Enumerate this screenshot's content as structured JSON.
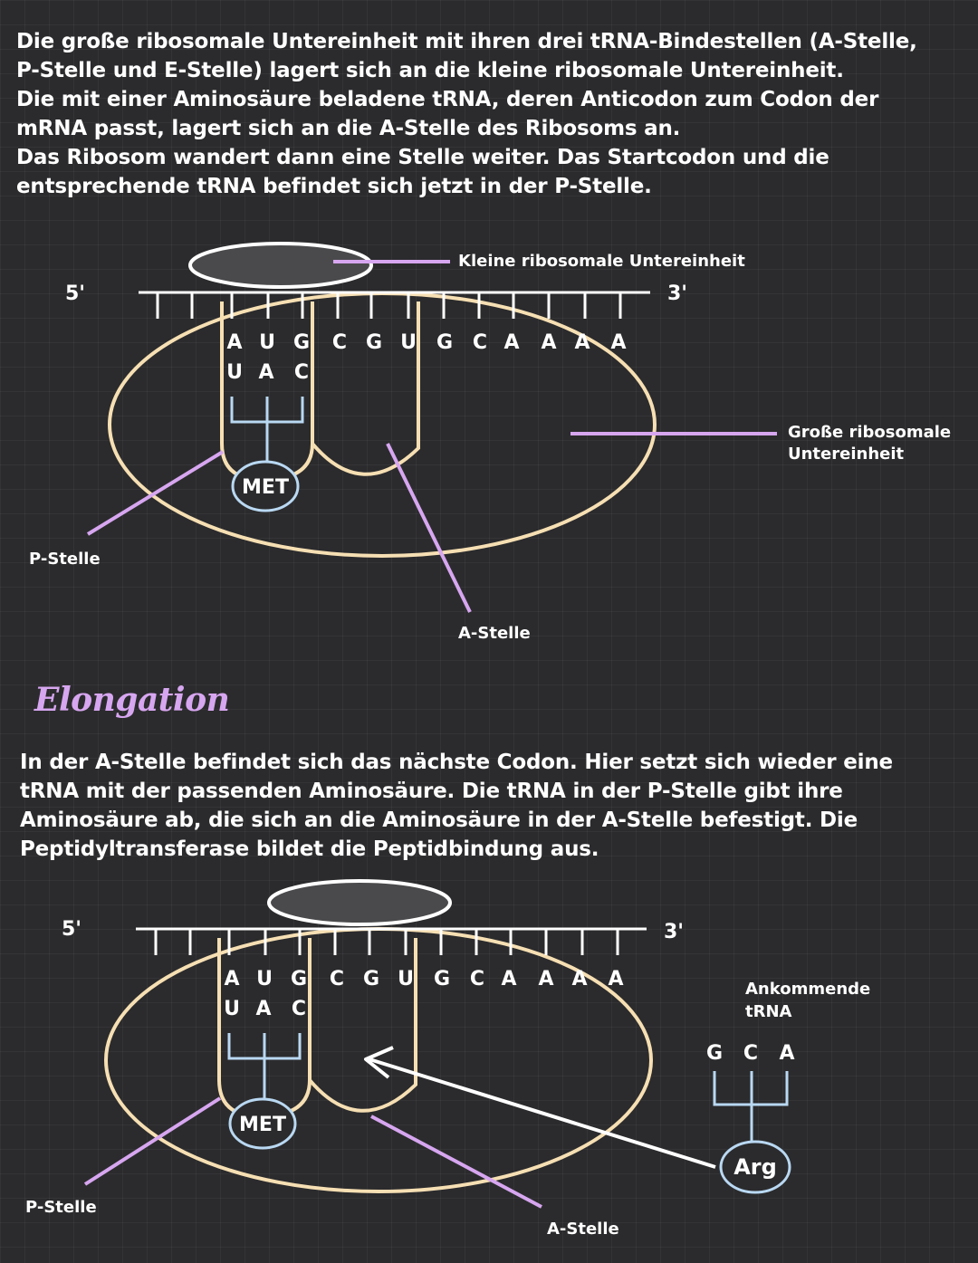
{
  "intro_lines": [
    "Die große ribosomale Untereinheit mit ihren drei tRNA-Bindestellen (A-Stelle,",
    "P-Stelle und E-Stelle) lagert sich an die kleine ribosomale Untereinheit.",
    "Die mit einer Aminosäure beladene tRNA, deren Anticodon zum Codon der",
    "mRNA passt, lagert sich an die A-Stelle des Ribosoms an.",
    "Das Ribosom wandert dann eine Stelle weiter. Das Startcodon und die",
    "entsprechende tRNA befindet sich jetzt in der P-Stelle."
  ],
  "diagram1": {
    "end_5": "5'",
    "end_3": "3'",
    "codons": [
      "A",
      "U",
      "G",
      "C",
      "G",
      "U",
      "G",
      "C",
      "A",
      "A",
      "A",
      "A"
    ],
    "anticodon": [
      "U",
      "A",
      "C"
    ],
    "amino_acid": "MET",
    "label_small_subunit": "Kleine ribosomale Untereinheit",
    "label_large_subunit_1": "Große ribosomale",
    "label_large_subunit_2": "Untereinheit",
    "label_p_site": "P-Stelle",
    "label_a_site": "A-Stelle"
  },
  "section_heading": "Elongation",
  "elongation_lines": [
    "In der A-Stelle befindet sich das nächste Codon. Hier setzt sich wieder eine",
    "tRNA mit der passenden Aminosäure. Die tRNA in der P-Stelle gibt ihre",
    "Aminosäure ab, die sich an die Aminosäure in der A-Stelle befestigt. Die",
    "Peptidyltransferase bildet die Peptidbindung aus."
  ],
  "diagram2": {
    "end_5": "5'",
    "end_3": "3'",
    "codons": [
      "A",
      "U",
      "G",
      "C",
      "G",
      "U",
      "G",
      "C",
      "A",
      "A",
      "A",
      "A"
    ],
    "anticodon": [
      "U",
      "A",
      "C"
    ],
    "amino_acid": "MET",
    "incoming_label_1": "Ankommende",
    "incoming_label_2": "tRNA",
    "incoming_anticodon": [
      "G",
      "C",
      "A"
    ],
    "incoming_amino_acid": "Arg",
    "label_p_site": "P-Stelle",
    "label_a_site": "A-Stelle"
  },
  "colors": {
    "background": "#2b2b2d",
    "cream": "#f6dfb3",
    "lilac": "#d7a6f0",
    "light_blue": "#b9d8f2",
    "white": "#ffffff",
    "subunit_fill": "#4a4a4c"
  }
}
